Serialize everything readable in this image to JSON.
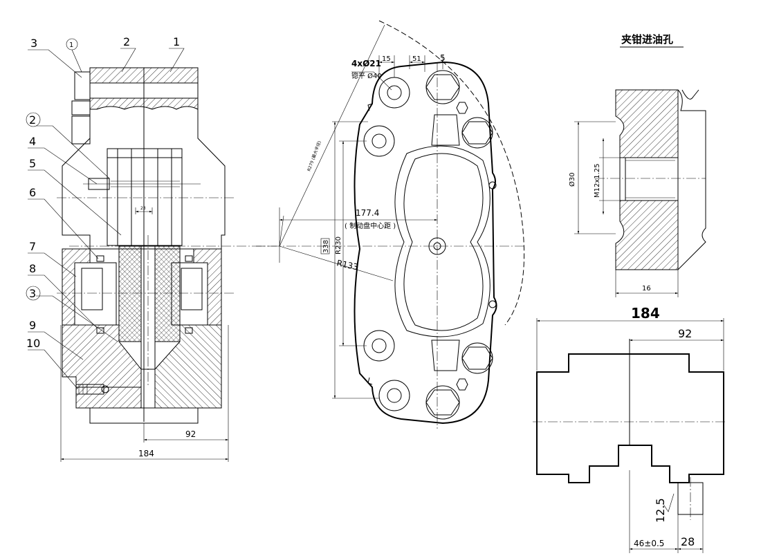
{
  "section_view": {
    "part_labels": [
      "1",
      "2",
      "3",
      "4",
      "5",
      "6",
      "7",
      "8",
      "9",
      "10"
    ],
    "circled_labels": [
      "1",
      "2",
      "3"
    ],
    "dims": {
      "inner_gap": "23",
      "half_width": "92",
      "overall_width": "184"
    }
  },
  "front_view": {
    "hole_spec": "4xØ21",
    "spotface_note": "锪平 Ø40",
    "dim_15": "15",
    "dim_51": "51",
    "dim_5": "5",
    "radius_note": "R279 (最大半径)",
    "center_dist": "177.4",
    "center_dist_note": "( 制动盘中心距 )",
    "dim_338": "338",
    "dim_r230": "R230",
    "dim_r133": "R133"
  },
  "port_detail": {
    "title": "夹钳进油孔",
    "dia": "Ø30",
    "thread": "M12x1.25",
    "depth": "16"
  },
  "top_view": {
    "overall_width": "184",
    "half_width": "92",
    "surface_finish": "12.5",
    "offset": "46±0.5",
    "boss_width": "28"
  }
}
